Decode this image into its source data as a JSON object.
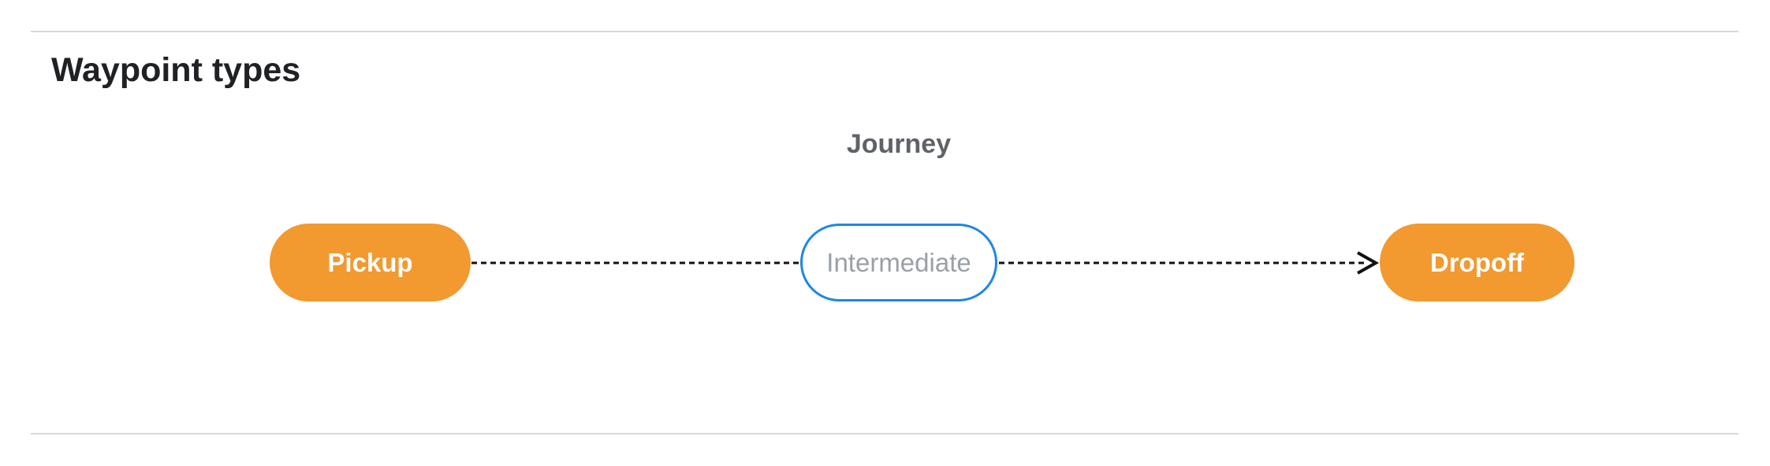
{
  "page": {
    "title": "Waypoint types"
  },
  "diagram": {
    "label": "Journey",
    "nodes": [
      {
        "id": "pickup",
        "label": "Pickup",
        "style": "filled-orange"
      },
      {
        "id": "intermediate",
        "label": "Intermediate",
        "style": "outlined-blue"
      },
      {
        "id": "dropoff",
        "label": "Dropoff",
        "style": "filled-orange"
      }
    ],
    "connector": {
      "style": "dashed",
      "direction": "left-to-right",
      "arrowhead": "open-chevron-at-dropoff"
    }
  },
  "theme": {
    "node-orange": "#f2992f",
    "node-outline-blue": "#1e88e5",
    "node-muted-text": "#9aa0a6",
    "journey-label-color": "#5f6368",
    "heading-color": "#202124",
    "divider-color": "#d8d8d8",
    "connector-color": "#111111"
  }
}
